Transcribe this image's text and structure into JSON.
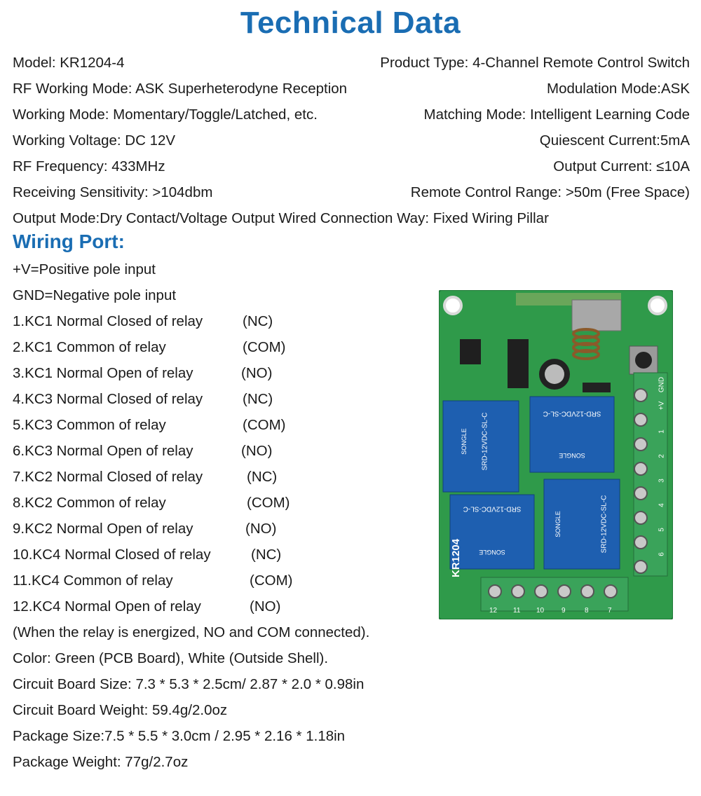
{
  "title": "Technical Data",
  "specs": [
    {
      "left": "Model: KR1204-4",
      "right": "Product Type: 4-Channel Remote Control Switch"
    },
    {
      "left": "RF Working Mode: ASK Superheterodyne Reception",
      "right": "Modulation Mode:ASK"
    },
    {
      "left": "Working Mode: Momentary/Toggle/Latched, etc.",
      "right": "Matching Mode: Intelligent Learning Code"
    },
    {
      "left": "Working Voltage: DC 12V",
      "right": "Quiescent Current:5mA"
    },
    {
      "left": "RF Frequency: 433MHz",
      "right": "Output Current: ≤10A"
    },
    {
      "left": "Receiving Sensitivity: >104dbm",
      "right": "Remote Control Range: >50m (Free Space)"
    }
  ],
  "output_mode": "Output Mode:Dry Contact/Voltage Output Wired Connection Way: Fixed Wiring Pillar",
  "wiring_title": "Wiring Port:",
  "power": [
    "+V=Positive pole input",
    "GND=Negative pole input"
  ],
  "ports": [
    {
      "name": "1.KC1 Normal Closed of relay",
      "code": "(NC)"
    },
    {
      "name": "2.KC1 Common of relay",
      "code": "(COM)"
    },
    {
      "name": "3.KC1 Normal Open of relay",
      "code": "(NO)"
    },
    {
      "name": "4.KC3 Normal Closed of relay",
      "code": "(NC)"
    },
    {
      "name": "5.KC3 Common of relay",
      "code": "(COM)"
    },
    {
      "name": "6.KC3 Normal Open of relay",
      "code": "(NO)"
    },
    {
      "name": "7.KC2 Normal Closed of relay",
      "code": "(NC)"
    },
    {
      "name": "8.KC2 Common of relay",
      "code": "(COM)"
    },
    {
      "name": "9.KC2 Normal Open of relay",
      "code": "(NO)"
    },
    {
      "name": "10.KC4 Normal Closed of relay",
      "code": "(NC)"
    },
    {
      "name": "11.KC4 Common of relay",
      "code": "(COM)"
    },
    {
      "name": "12.KC4 Normal Open of relay",
      "code": "(NO)"
    }
  ],
  "footer": [
    "(When the relay is energized, NO and COM connected).",
    "Color: Green (PCB Board), White (Outside Shell).",
    "Circuit Board Size: 7.3 * 5.3 * 2.5cm/ 2.87 * 2.0 * 0.98in",
    "Circuit Board Weight: 59.4g/2.0oz",
    "Package Size:7.5 * 5.5 * 3.0cm / 2.95 * 2.16 * 1.18in",
    "Package Weight: 77g/2.7oz"
  ],
  "board": {
    "model_label": "KR1204",
    "relay_label": "SRD-12VDC-SL-C",
    "relay_brand": "SONGLE",
    "terminal_labels": [
      "GND",
      "+V",
      "1",
      "2",
      "3",
      "4",
      "5",
      "6"
    ],
    "bottom_terminal_labels": [
      "12",
      "11",
      "10",
      "9",
      "8",
      "7"
    ],
    "colors": {
      "pcb": "#2f9a4a",
      "relay": "#1e5fb0",
      "terminal": "#3aa35a",
      "screw": "#c9c9c9"
    }
  }
}
